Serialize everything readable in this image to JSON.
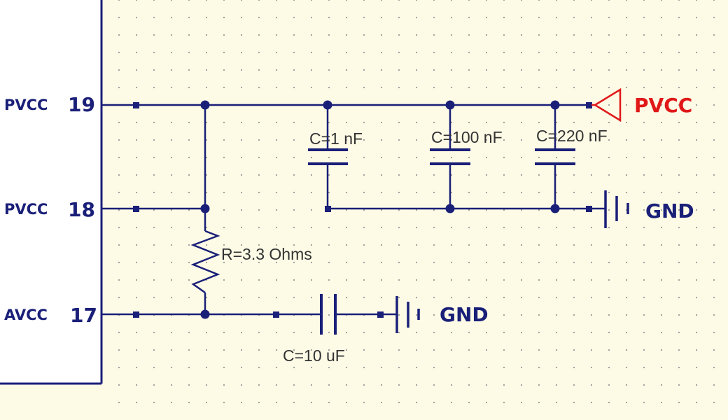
{
  "colors": {
    "background": "#fdfbe6",
    "wire": "#1a1f78",
    "text": "#1a1f78",
    "component_label": "#333333",
    "power_flag": "#e01818",
    "grid_dot": "#9a9a9a"
  },
  "pins": [
    {
      "name": "PVCC",
      "number": "19"
    },
    {
      "name": "PVCC",
      "number": "18"
    },
    {
      "name": "AVCC",
      "number": "17"
    }
  ],
  "components": {
    "c1": "C=1 nF",
    "c2": "C=100 nF",
    "c3": "C=220 nF",
    "r1": "R=3.3 Ohms",
    "c4": "C=10 uF"
  },
  "nets": {
    "power_flag": "PVCC",
    "gnd_top": "GND",
    "gnd_bottom": "GND"
  },
  "icons": [
    "power-flag-icon",
    "ground-icon"
  ]
}
